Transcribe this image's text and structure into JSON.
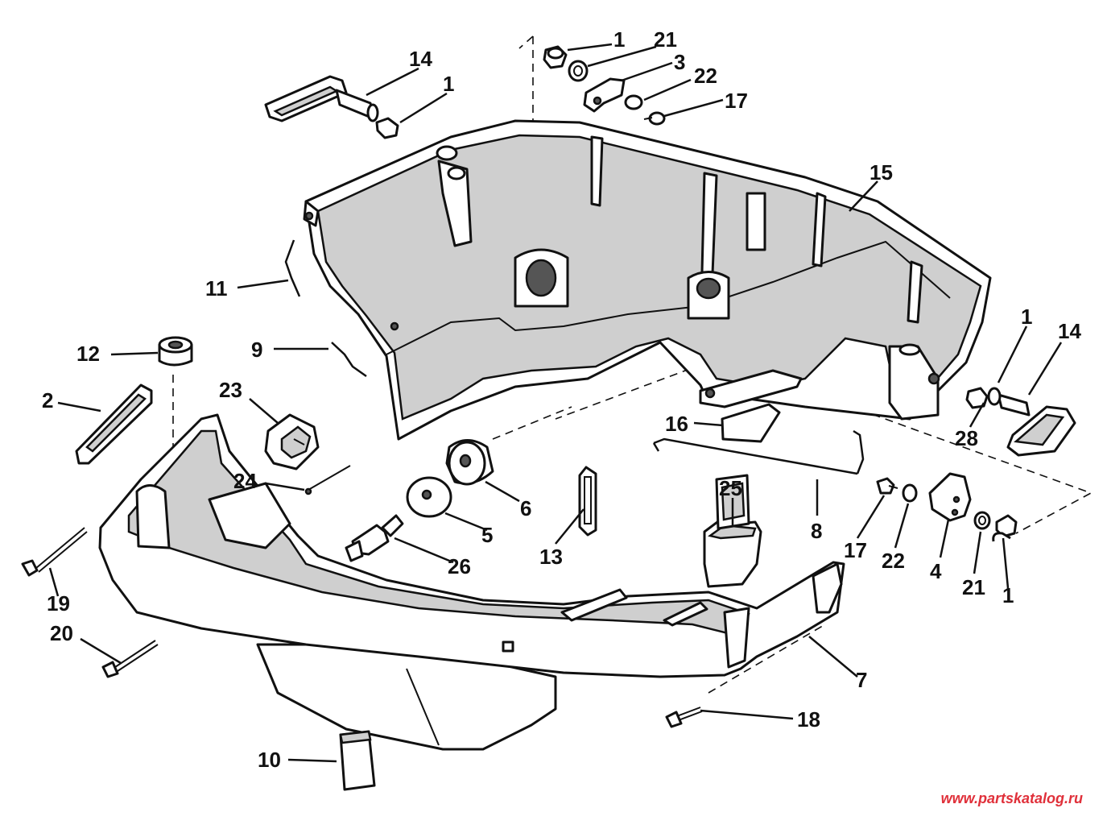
{
  "diagram": {
    "callouts": {
      "c1a": "1",
      "c21a": "21",
      "c3": "3",
      "c22a": "22",
      "c17a": "17",
      "c14a": "14",
      "c1b": "1",
      "c15": "15",
      "c11": "11",
      "c9": "9",
      "c12": "12",
      "c2": "2",
      "c23": "23",
      "c24": "24",
      "c16": "16",
      "c1c": "1",
      "c14b": "14",
      "c28": "28",
      "c6": "6",
      "c5": "5",
      "c26": "26",
      "c13": "13",
      "c25": "25",
      "c8": "8",
      "c17b": "17",
      "c22b": "22",
      "c4": "4",
      "c21b": "21",
      "c1d": "1",
      "c19": "19",
      "c20": "20",
      "c7": "7",
      "c18": "18",
      "c10": "10"
    },
    "watermark": "www.partskatalog.ru"
  }
}
